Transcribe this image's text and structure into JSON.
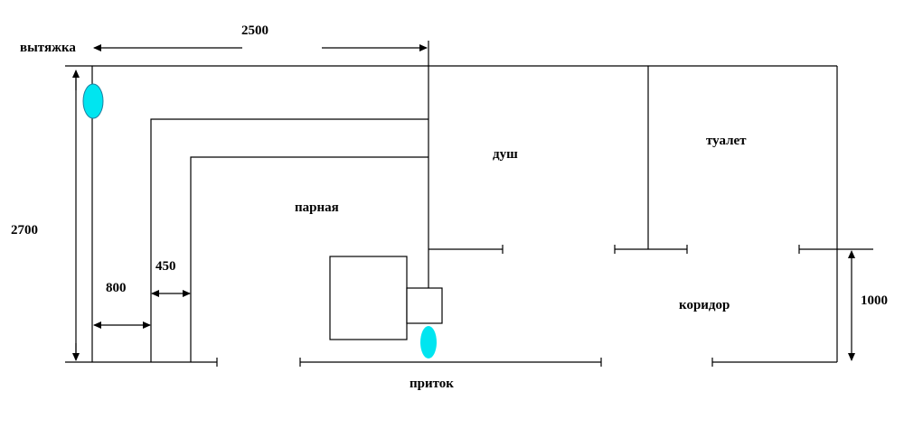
{
  "labels": {
    "exhaust": "вытяжка",
    "steam_room": "парная",
    "shower": "душ",
    "toilet": "туалет",
    "corridor": "коридор",
    "supply": "приток"
  },
  "dimensions": {
    "width_top": "2500",
    "height_left": "2700",
    "gap_outer": "800",
    "gap_inner": "450",
    "door_height": "1000"
  },
  "colors": {
    "vent": "#00e5f0",
    "line": "#000000"
  },
  "icons": {
    "exhaust_vent": "cyan-ellipse",
    "supply_vent": "cyan-ellipse",
    "stove": "rectangle-box"
  }
}
